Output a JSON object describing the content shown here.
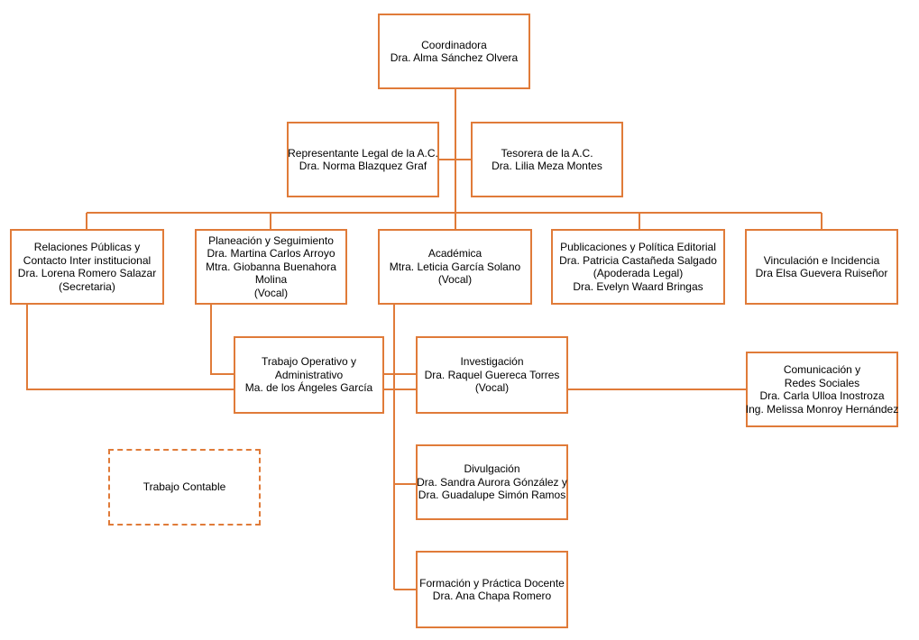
{
  "colors": {
    "line": "#e07b39",
    "text": "#000000",
    "background": "#ffffff"
  },
  "nodes": {
    "coordinadora": [
      "Coordinadora",
      "Dra. Alma Sánchez Olvera"
    ],
    "representante": [
      "Representante Legal de la A.C.",
      "Dra. Norma Blazquez Graf"
    ],
    "tesorera": [
      "Tesorera de la A.C.",
      "Dra. Lilia Meza Montes"
    ],
    "relaciones": [
      "Relaciones Públicas y",
      "Contacto  Inter institucional",
      "Dra. Lorena Romero Salazar",
      "(Secretaria)"
    ],
    "planeacion": [
      "Planeación y Seguimiento",
      "Dra. Martina Carlos Arroyo",
      "Mtra. Giobanna Buenahora",
      "Molina",
      "(Vocal)"
    ],
    "academica": [
      "Académica",
      "Mtra. Leticia García Solano",
      "(Vocal)"
    ],
    "publicaciones": [
      "Publicaciones y Política  Editorial",
      "Dra. Patricia Castañeda Salgado",
      "(Apoderada Legal)",
      "Dra. Evelyn Waard Bringas"
    ],
    "vinculacion": [
      "Vinculación e Incidencia",
      "Dra Elsa Guevera Ruiseñor"
    ],
    "trabajo_operativo": [
      "Trabajo Operativo y",
      "Administrativo",
      "Ma. de los Ángeles García"
    ],
    "investigacion": [
      "Investigación",
      "Dra. Raquel Guereca Torres",
      "(Vocal)"
    ],
    "comunicacion": [
      "Comunicación y",
      "Redes Sociales",
      "Dra. Carla Ulloa Inostroza",
      "Ing. Melissa Monroy Hernández"
    ],
    "divulgacion": [
      "Divulgación",
      "Dra. Sandra Aurora Gónzález y",
      "Dra. Guadalupe Simón Ramos"
    ],
    "formacion": [
      "Formación y Práctica Docente",
      "Dra. Ana Chapa Romero"
    ],
    "trabajo_contable": [
      "Trabajo Contable"
    ]
  }
}
